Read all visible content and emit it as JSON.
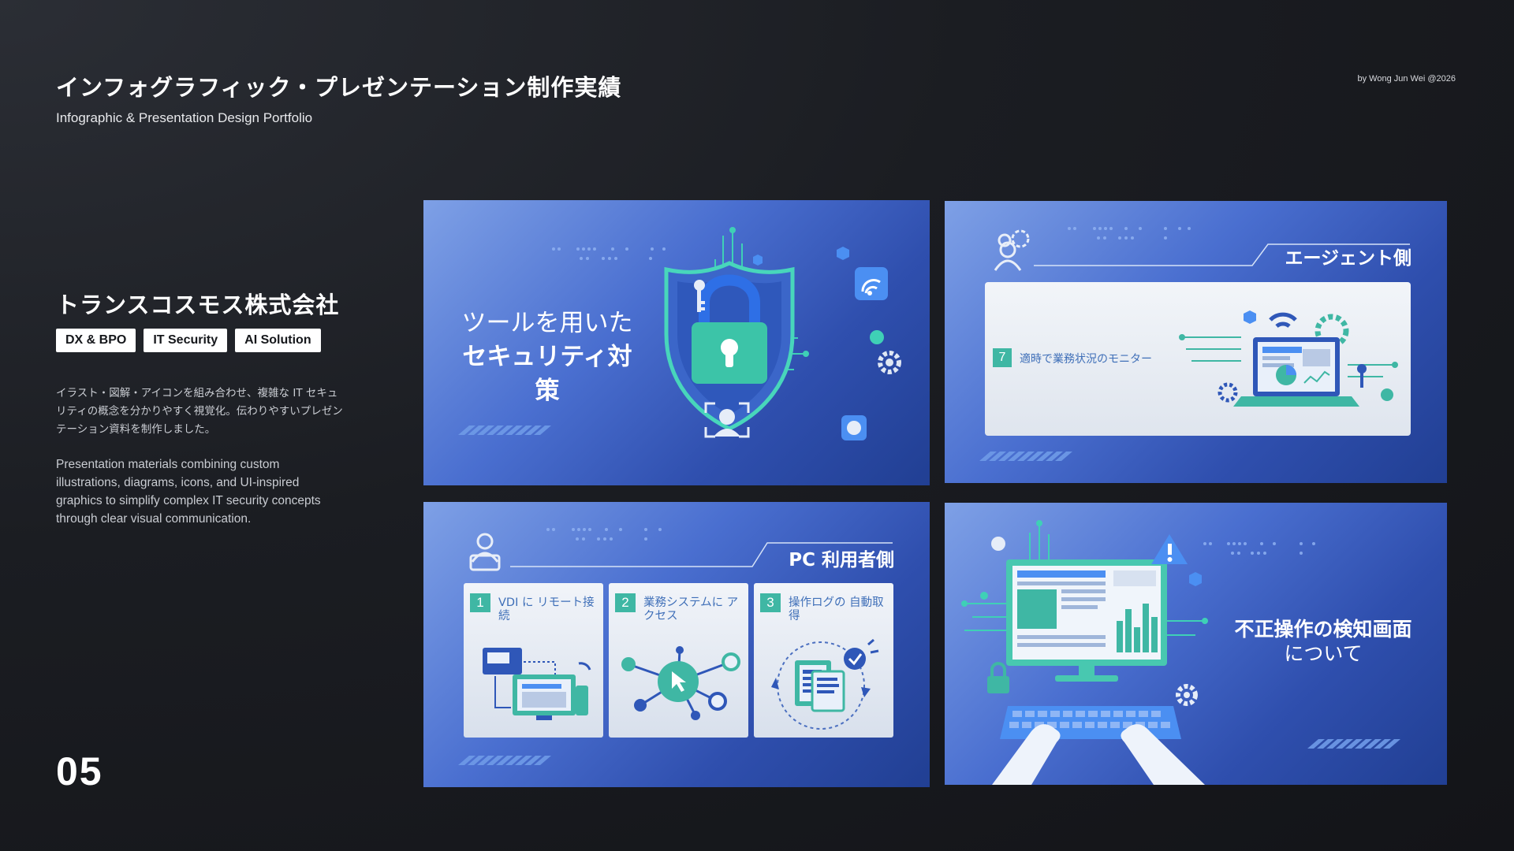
{
  "header": {
    "title": "インフォグラフィック・プレゼンテーション制作実績",
    "subtitle": "Infographic & Presentation Design Portfolio",
    "credit": "by Wong Jun Wei @2026"
  },
  "client": {
    "company": "トランスコスモス株式会社",
    "tags": [
      "DX & BPO",
      "IT Security",
      "AI Solution"
    ],
    "description_jp": "イラスト・図解・アイコンを組み合わせ、複雑な IT セキュリティの概念を分かりやすく視覚化。伝わりやすいプレゼンテーション資料を制作しました。",
    "description_en": "Presentation materials combining custom illustrations, diagrams, icons, and UI-inspired graphics to simplify complex IT security concepts through clear visual communication."
  },
  "page_number": "05",
  "slides": {
    "security_tools": {
      "line1": "ツールを用いた",
      "line2": "セキュリティ対策"
    },
    "agent_side": {
      "heading": "エージェント側",
      "step_number": "7",
      "step_label": "適時で業務状況のモニター"
    },
    "pc_user_side": {
      "heading": "PC 利用者側",
      "steps": [
        {
          "number": "1",
          "label": "VDI に リモート接続"
        },
        {
          "number": "2",
          "label": "業務システムに アクセス"
        },
        {
          "number": "3",
          "label": "操作ログの 自動取得"
        }
      ]
    },
    "fraud_detection": {
      "line1": "不正操作の検知画面",
      "line2": "について"
    }
  },
  "colors": {
    "accent_teal": "#3fb7a4",
    "slide_blue": "#2f4fae",
    "tag_bg": "#ffffff",
    "page_bg": "#1b1d22"
  },
  "icons": [
    "shield-lock-icon",
    "key-icon",
    "wifi-icon",
    "gear-icon",
    "user-scan-icon",
    "team-gear-icon",
    "laptop-dashboard-icon",
    "user-laptop-icon",
    "remote-desktop-icon",
    "network-hub-icon",
    "document-log-icon",
    "monitor-chart-icon",
    "warning-icon",
    "padlock-icon",
    "keyboard-hands-icon"
  ]
}
